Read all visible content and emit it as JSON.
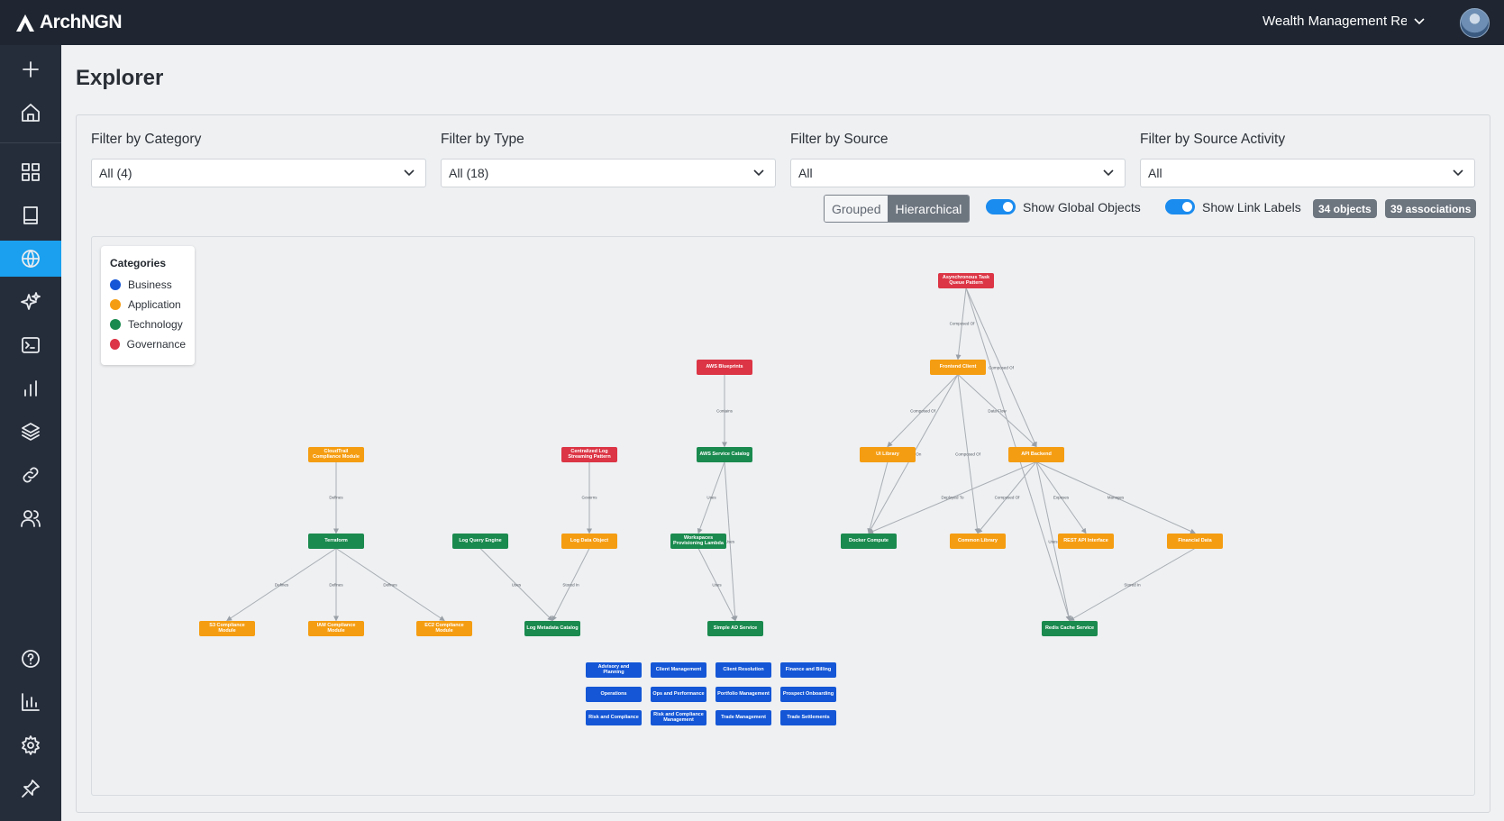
{
  "app": {
    "brand": "ArchNGN",
    "workspace": "Wealth Management Repo"
  },
  "page": {
    "title": "Explorer"
  },
  "filters": {
    "category": {
      "label": "Filter by Category",
      "value": "All (4)"
    },
    "type": {
      "label": "Filter by Type",
      "value": "All (18)"
    },
    "source": {
      "label": "Filter by Source",
      "value": "All"
    },
    "activity": {
      "label": "Filter by Source Activity",
      "value": "All"
    }
  },
  "controls": {
    "grouped": "Grouped",
    "hierarchical": "Hierarchical",
    "show_global": "Show Global Objects",
    "show_link_labels": "Show Link Labels",
    "objects": "34 objects",
    "associations": "39 associations"
  },
  "legend": {
    "title": "Categories",
    "items": [
      {
        "label": "Business",
        "color": "#1456d6"
      },
      {
        "label": "Application",
        "color": "#f59d12"
      },
      {
        "label": "Technology",
        "color": "#1a8a4e"
      },
      {
        "label": "Governance",
        "color": "#dc3545"
      }
    ]
  },
  "colors": {
    "Business": "#1456d6",
    "Application": "#f59d12",
    "Technology": "#1a8a4e",
    "Governance": "#dc3545"
  },
  "nodes": [
    {
      "label": "Asynchronous Task Queue Pattern",
      "category": "Governance"
    },
    {
      "label": "AWS Blueprints",
      "category": "Governance"
    },
    {
      "label": "Frontend Client",
      "category": "Application"
    },
    {
      "label": "CloudTrail Compliance Module",
      "category": "Application"
    },
    {
      "label": "Centralized Log Streaming Pattern",
      "category": "Governance"
    },
    {
      "label": "AWS Service Catalog",
      "category": "Technology"
    },
    {
      "label": "UI Library",
      "category": "Application"
    },
    {
      "label": "API Backend",
      "category": "Application"
    },
    {
      "label": "Terraform",
      "category": "Technology"
    },
    {
      "label": "Log Query Engine",
      "category": "Technology"
    },
    {
      "label": "Log Data Object",
      "category": "Application"
    },
    {
      "label": "Workspaces Provisioning Lambda",
      "category": "Technology"
    },
    {
      "label": "Docker Compute",
      "category": "Technology"
    },
    {
      "label": "Common Library",
      "category": "Application"
    },
    {
      "label": "REST API Interface",
      "category": "Application"
    },
    {
      "label": "Financial Data",
      "category": "Application"
    },
    {
      "label": "S3 Compliance Module",
      "category": "Application"
    },
    {
      "label": "IAM Compliance Module",
      "category": "Application"
    },
    {
      "label": "EC2 Compliance Module",
      "category": "Application"
    },
    {
      "label": "Log Metadata Catalog",
      "category": "Technology"
    },
    {
      "label": "Simple AD Service",
      "category": "Technology"
    },
    {
      "label": "Redis Cache Service",
      "category": "Technology"
    },
    {
      "label": "Advisory and Planning",
      "category": "Business"
    },
    {
      "label": "Client Management",
      "category": "Business"
    },
    {
      "label": "Client Resolution",
      "category": "Business"
    },
    {
      "label": "Finance and Billing",
      "category": "Business"
    },
    {
      "label": "Operations",
      "category": "Business"
    },
    {
      "label": "Ops and Performance",
      "category": "Business"
    },
    {
      "label": "Portfolio Management",
      "category": "Business"
    },
    {
      "label": "Prospect Onboarding",
      "category": "Business"
    },
    {
      "label": "Risk and Compliance",
      "category": "Business"
    },
    {
      "label": "Risk and Compliance Management",
      "category": "Business"
    },
    {
      "label": "Trade Management",
      "category": "Business"
    },
    {
      "label": "Trade Settlements",
      "category": "Business"
    }
  ],
  "edges": [
    {
      "from": 0,
      "to": 2,
      "label": "Composed Of"
    },
    {
      "from": 0,
      "to": 7,
      "label": "Composed Of"
    },
    {
      "from": 0,
      "to": 21,
      "label": ""
    },
    {
      "from": 1,
      "to": 5,
      "label": "Contains"
    },
    {
      "from": 2,
      "to": 6,
      "label": "Composed Of"
    },
    {
      "from": 2,
      "to": 7,
      "label": "Data Flow"
    },
    {
      "from": 2,
      "to": 13,
      "label": "Composed Of"
    },
    {
      "from": 2,
      "to": 12,
      "label": "Runs On"
    },
    {
      "from": 3,
      "to": 8,
      "label": "Defines"
    },
    {
      "from": 4,
      "to": 10,
      "label": "Governs"
    },
    {
      "from": 5,
      "to": 11,
      "label": "Uses"
    },
    {
      "from": 5,
      "to": 20,
      "label": "Uses"
    },
    {
      "from": 6,
      "to": 12,
      "label": ""
    },
    {
      "from": 7,
      "to": 12,
      "label": "Deployed To"
    },
    {
      "from": 7,
      "to": 13,
      "label": "Composed Of"
    },
    {
      "from": 7,
      "to": 14,
      "label": "Exposes"
    },
    {
      "from": 7,
      "to": 15,
      "label": "Manages"
    },
    {
      "from": 7,
      "to": 21,
      "label": "Uses"
    },
    {
      "from": 8,
      "to": 16,
      "label": "Defines"
    },
    {
      "from": 8,
      "to": 17,
      "label": "Defines"
    },
    {
      "from": 8,
      "to": 18,
      "label": "Defines"
    },
    {
      "from": 9,
      "to": 19,
      "label": "Uses"
    },
    {
      "from": 10,
      "to": 19,
      "label": "Stored In"
    },
    {
      "from": 11,
      "to": 20,
      "label": "Uses"
    },
    {
      "from": 15,
      "to": 21,
      "label": "Stored In"
    }
  ]
}
